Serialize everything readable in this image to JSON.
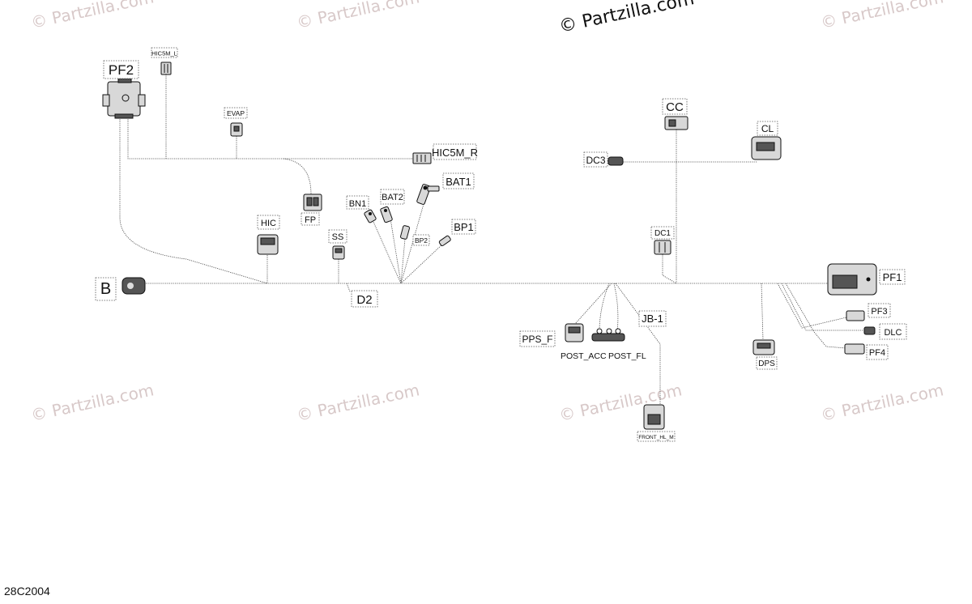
{
  "watermark": "© Partzilla.com",
  "diagram_code": "28C2004",
  "labels": {
    "PF2": "PF2",
    "HIC5M_L": "HIC5M_L",
    "EVAP": "EVAP",
    "HIC5M_R": "HIC5M_R",
    "FP": "FP",
    "BN1": "BN1",
    "BAT2": "BAT2",
    "BAT1": "BAT1",
    "BP2": "BP2",
    "BP1": "BP1",
    "HIC": "HIC",
    "SS": "SS",
    "B": "B",
    "D2": "D2",
    "CC": "CC",
    "CL": "CL",
    "DC3": "DC3",
    "DC1": "DC1",
    "PF1": "PF1",
    "PF3": "PF3",
    "DLC": "DLC",
    "PF4": "PF4",
    "DPS": "DPS",
    "JB1": "JB-1",
    "PPS_F": "PPS_F",
    "POST_ACC": "POST_ACC",
    "POST_FL": "POST_FL",
    "FRONT_HL_M": "FRONT_HL_M"
  }
}
